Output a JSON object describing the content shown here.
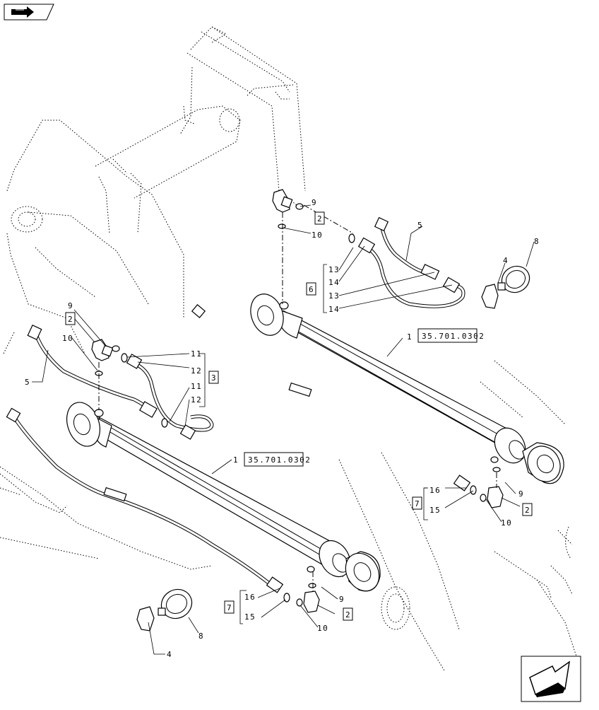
{
  "callouts": {
    "c1a": "1",
    "c1b": "1",
    "ref1a": "35.701.0302",
    "ref1b": "35.701.0302",
    "c2a": "2",
    "c2b": "2",
    "c2c": "2",
    "c2d": "2",
    "c3": "3",
    "c4a": "4",
    "c4b": "4",
    "c5a": "5",
    "c5b": "5",
    "c6": "6",
    "c7a": "7",
    "c7b": "7",
    "c8a": "8",
    "c8b": "8",
    "c9a": "9",
    "c9b": "9",
    "c9c": "9",
    "c9d": "9",
    "c10a": "10",
    "c10b": "10",
    "c10c": "10",
    "c10d": "10",
    "c11a": "11",
    "c11b": "11",
    "c12a": "12",
    "c12b": "12",
    "c13a": "13",
    "c13b": "13",
    "c14a": "14",
    "c14b": "14",
    "c15a": "15",
    "c15b": "15",
    "c16a": "16",
    "c16b": "16"
  },
  "icons": {
    "top_left": "book-arrow-icon",
    "bottom_right": "next-page-arrow-icon"
  }
}
